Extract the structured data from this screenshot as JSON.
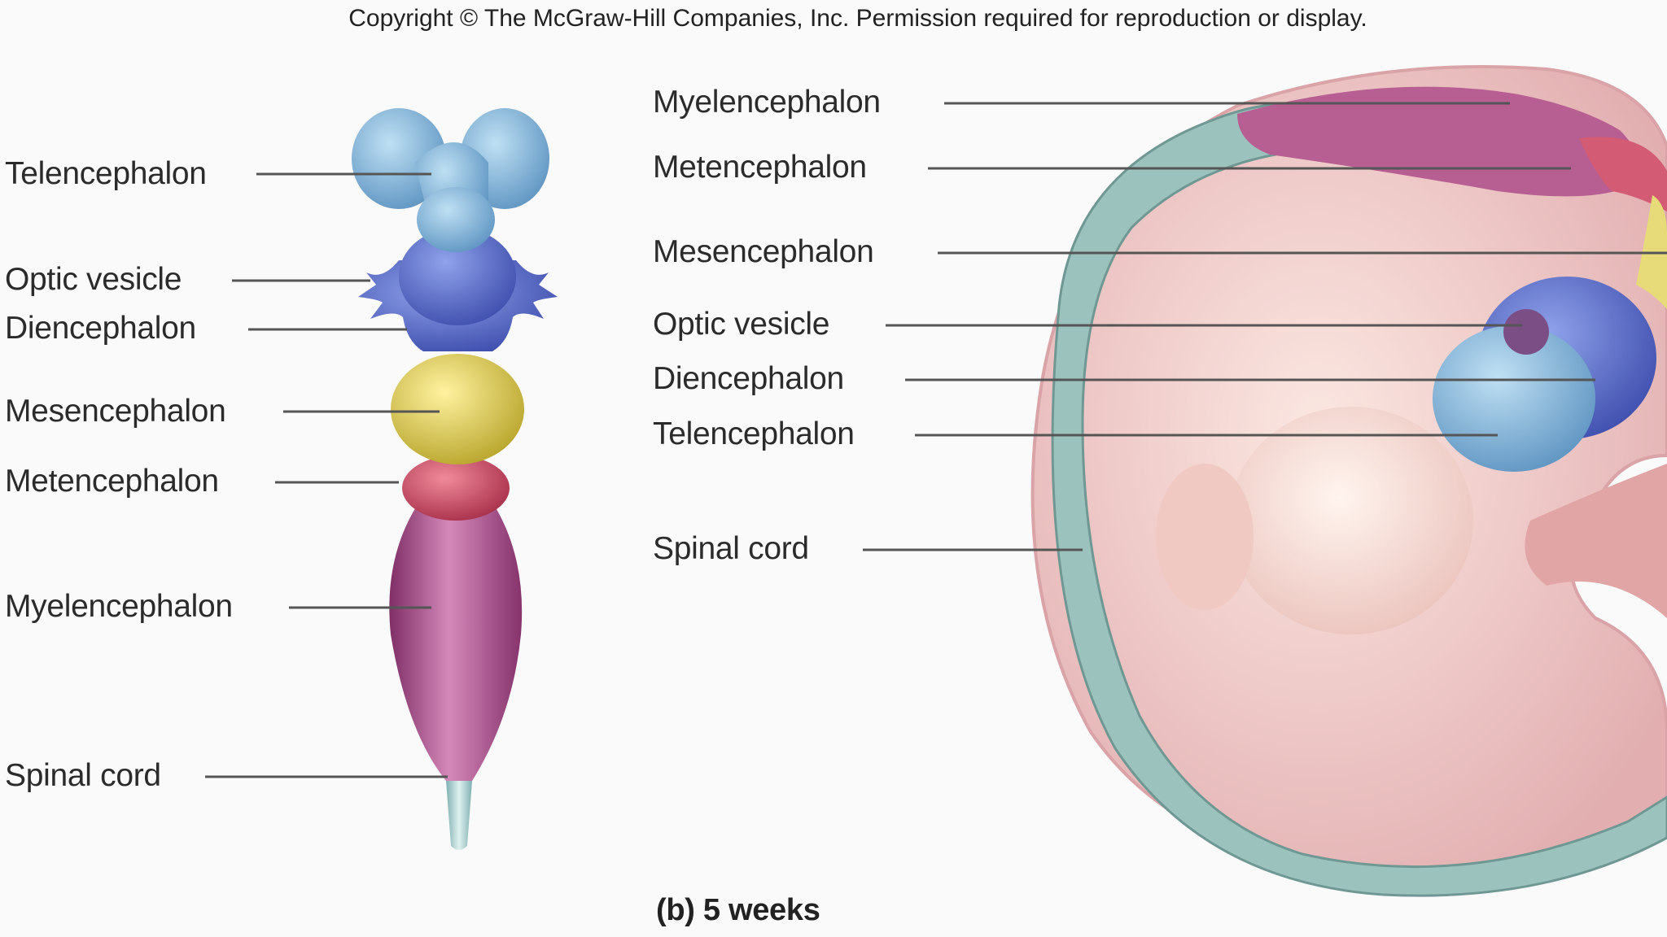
{
  "copyright": "Copyright © The McGraw-Hill Companies, Inc. Permission required for reproduction or display.",
  "left_labels": {
    "telencephalon": "Telencephalon",
    "optic_vesicle": "Optic vesicle",
    "diencephalon": "Diencephalon",
    "mesencephalon": "Mesencephalon",
    "metencephalon": "Metencephalon",
    "myelencephalon": "Myelencephalon",
    "spinal_cord": "Spinal cord"
  },
  "right_labels": {
    "myelencephalon": "Myelencephalon",
    "metencephalon": "Metencephalon",
    "mesencephalon": "Mesencephalon",
    "optic_vesicle": "Optic vesicle",
    "diencephalon": "Diencephalon",
    "telencephalon": "Telencephalon",
    "spinal_cord": "Spinal cord"
  },
  "caption": "(b) 5 weeks",
  "colors": {
    "telencephalon": "#7fb3d6",
    "diencephalon": "#5a6fc4",
    "mesencephalon": "#d8c84a",
    "metencephalon": "#c7465d",
    "myelencephalon": "#a64f86",
    "spinal_cord": "#9fc9c8",
    "embryo": "#f2d3cf"
  }
}
